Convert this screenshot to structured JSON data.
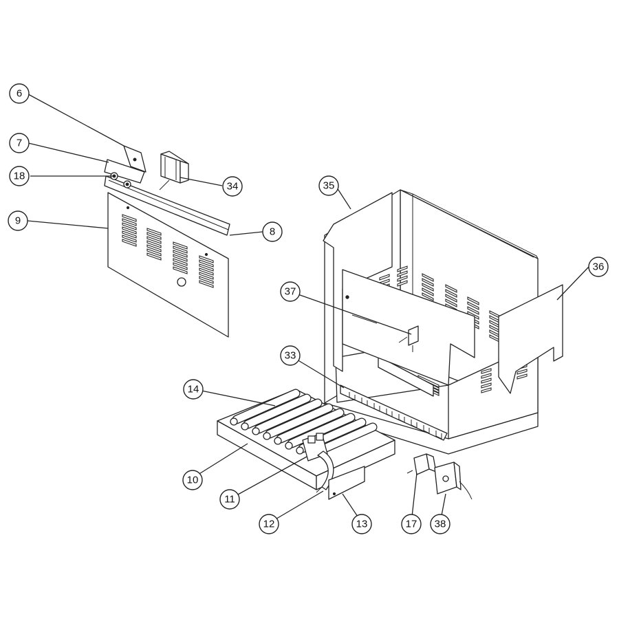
{
  "diagram": {
    "type": "exploded-parts-view",
    "callouts": [
      {
        "id": "c6",
        "label": "6"
      },
      {
        "id": "c7",
        "label": "7"
      },
      {
        "id": "c18",
        "label": "18"
      },
      {
        "id": "c9",
        "label": "9"
      },
      {
        "id": "c34",
        "label": "34"
      },
      {
        "id": "c8",
        "label": "8"
      },
      {
        "id": "c35",
        "label": "35"
      },
      {
        "id": "c36",
        "label": "36"
      },
      {
        "id": "c37",
        "label": "37"
      },
      {
        "id": "c33",
        "label": "33"
      },
      {
        "id": "c14",
        "label": "14"
      },
      {
        "id": "c10",
        "label": "10"
      },
      {
        "id": "c11",
        "label": "11"
      },
      {
        "id": "c12",
        "label": "12"
      },
      {
        "id": "c13",
        "label": "13"
      },
      {
        "id": "c17",
        "label": "17"
      },
      {
        "id": "c38",
        "label": "38"
      }
    ]
  }
}
